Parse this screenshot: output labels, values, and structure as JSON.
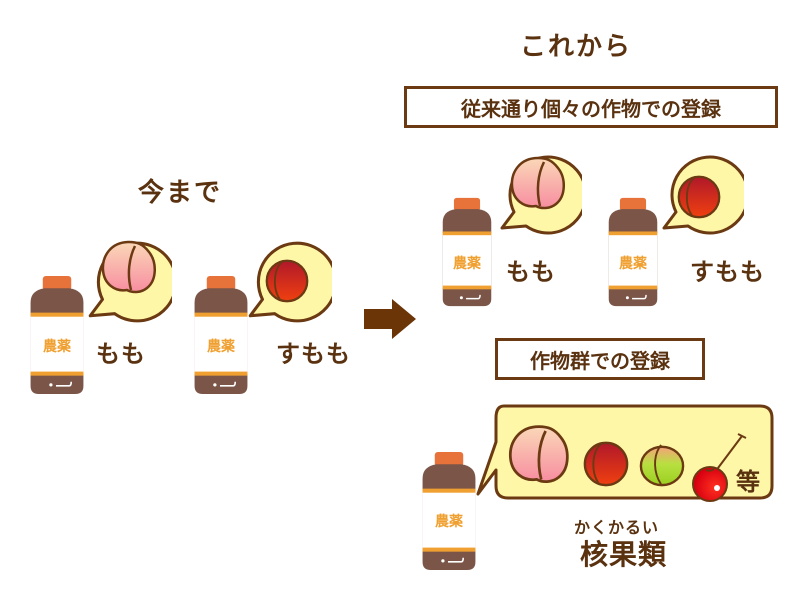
{
  "left": {
    "heading": "今まで",
    "items": [
      {
        "bottle_label": "農薬",
        "crop": "もも",
        "fruit": "peach"
      },
      {
        "bottle_label": "農薬",
        "crop": "すもも",
        "fruit": "plum"
      }
    ]
  },
  "arrow": {
    "icon": "right-arrow-icon"
  },
  "right": {
    "heading": "これから",
    "individual": {
      "title": "従来通り個々の作物での登録",
      "items": [
        {
          "bottle_label": "農薬",
          "crop": "もも",
          "fruit": "peach"
        },
        {
          "bottle_label": "農薬",
          "crop": "すもも",
          "fruit": "plum"
        }
      ]
    },
    "group": {
      "title": "作物群での登録",
      "bottle_label": "農薬",
      "fruits": [
        "peach",
        "plum",
        "apricot",
        "cherry"
      ],
      "etc": "等",
      "group_reading": "かくかるい",
      "group_name": "核果類"
    }
  },
  "colors": {
    "brown": "#6b3a12",
    "text_brown": "#5a3210",
    "bottle_body": "#7a5548",
    "bottle_cap": "#e8733a",
    "label_orange": "#f0a030",
    "bubble_fill": "#fff7a8",
    "arrow": "#6b3508"
  }
}
